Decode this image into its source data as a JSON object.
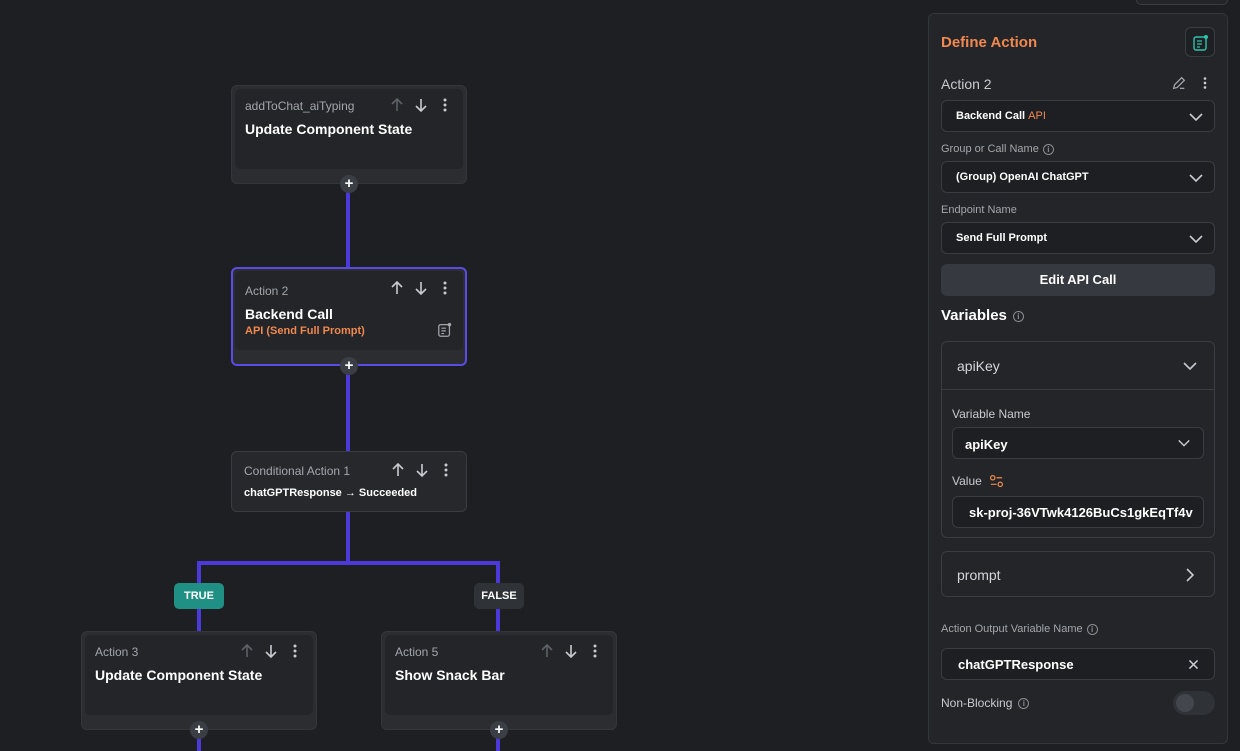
{
  "canvas": {
    "node1": {
      "subtitle": "addToChat_aiTyping",
      "title": "Update Component State"
    },
    "node2": {
      "subtitle": "Action 2",
      "title": "Backend Call",
      "detail": "API (Send Full Prompt)"
    },
    "conditional": {
      "subtitle": "Conditional Action 1",
      "condition": "chatGPTResponse → Succeeded"
    },
    "branch_true": "TRUE",
    "branch_false": "FALSE",
    "node3": {
      "subtitle": "Action 3",
      "title": "Update Component State"
    },
    "node5": {
      "subtitle": "Action 5",
      "title": "Show Snack Bar"
    },
    "add_symbol": "+",
    "connector_color": "#4b39d9"
  },
  "panel": {
    "title": "Define Action",
    "action_name": "Action 2",
    "action_type": {
      "value": "Backend Call",
      "tag": "API"
    },
    "group_label": "Group or Call Name",
    "group_value": "(Group) OpenAI ChatGPT",
    "endpoint_label": "Endpoint Name",
    "endpoint_value": "Send Full Prompt",
    "edit_button": "Edit API Call",
    "variables_heading": "Variables",
    "variables": [
      {
        "name": "apiKey",
        "expanded": true,
        "variable_name_label": "Variable Name",
        "variable_name_value": "apiKey",
        "value_label": "Value",
        "value": "sk-proj-36VTwk4126BuCs1gkEqTf4v"
      },
      {
        "name": "prompt",
        "expanded": false
      }
    ],
    "output_label": "Action Output Variable Name",
    "output_value": "chatGPTResponse",
    "non_blocking_label": "Non-Blocking",
    "non_blocking_on": false,
    "accent_color": "#f0884f"
  }
}
